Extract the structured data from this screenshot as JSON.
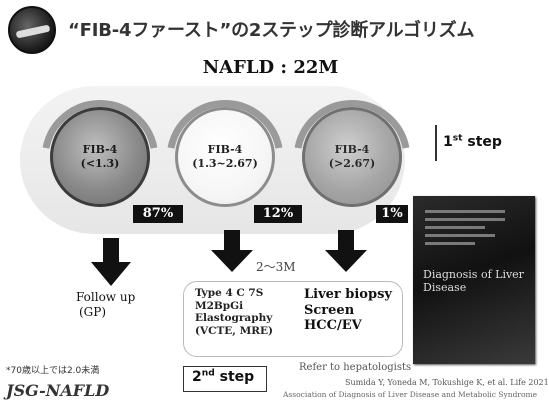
{
  "title": "“FIB-4ファースト”の2ステップ診断アルゴリズム",
  "subtitle": "NAFLD : 22M",
  "circles": [
    {
      "label": "FIB-4",
      "range": "(<1.3)",
      "percent": "87%"
    },
    {
      "label": "FIB-4",
      "range": "(1.3~2.67)",
      "percent": "12%"
    },
    {
      "label": "FIB-4",
      "range": "(>2.67)",
      "percent": "1%"
    }
  ],
  "step1": {
    "main": "1",
    "sup": "st",
    "rest": " step"
  },
  "step2": {
    "main": "2",
    "sup": "nd",
    "rest": " step"
  },
  "range_label": "2～3M",
  "followup": [
    "Follow up",
    "(GP)"
  ],
  "tests_left": [
    "Type 4 C 7S",
    "M2BpGi",
    "Elastography",
    "(VCTE, MRE)"
  ],
  "tests_right": [
    "Liver biopsy",
    "Screen",
    "HCC/EV"
  ],
  "refer": "Refer to hepatologists",
  "citation_1": "Sumida Y, Yoneda M, Tokushige K, et al. Life 2021",
  "citation_2": "Association of Diagnosis of Liver Disease and Metabolic Syndrome",
  "book_title": "Diagnosis of Liver Disease",
  "note": "*70歳以上では2.0未満",
  "org": "JSG-NAFLD",
  "colors": {
    "accent": "#111111",
    "band": "#ececec",
    "circle_left": "#8a8a8a",
    "circle_mid": "#f6f6f6",
    "circle_right": "#a6a6a6"
  }
}
